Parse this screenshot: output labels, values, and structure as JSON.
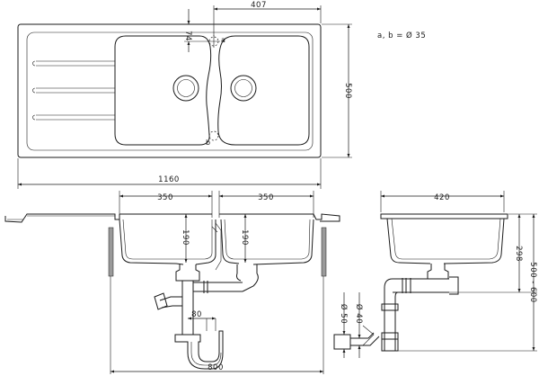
{
  "top_view": {
    "dim_width_total": "1160",
    "dim_height": "500",
    "dim_bowl_width": "407",
    "dim_offset": "74",
    "label_a": "a",
    "label_b": "b"
  },
  "note": "a, b = Ø 35",
  "front_view": {
    "dim_left_bowl": "350",
    "dim_right_bowl": "350",
    "dim_depth_left": "190",
    "dim_depth_right": "190",
    "dim_outlet": "80",
    "dim_cabinet": "800"
  },
  "side_view": {
    "dim_depth": "420",
    "dim_height": "298",
    "dim_install": "500 - 600",
    "dim_pipe_50": "Ø 50",
    "dim_pipe_40": "Ø 40"
  },
  "colors": {
    "line": "#1a1a1a",
    "wall": "#9a9a9a"
  }
}
